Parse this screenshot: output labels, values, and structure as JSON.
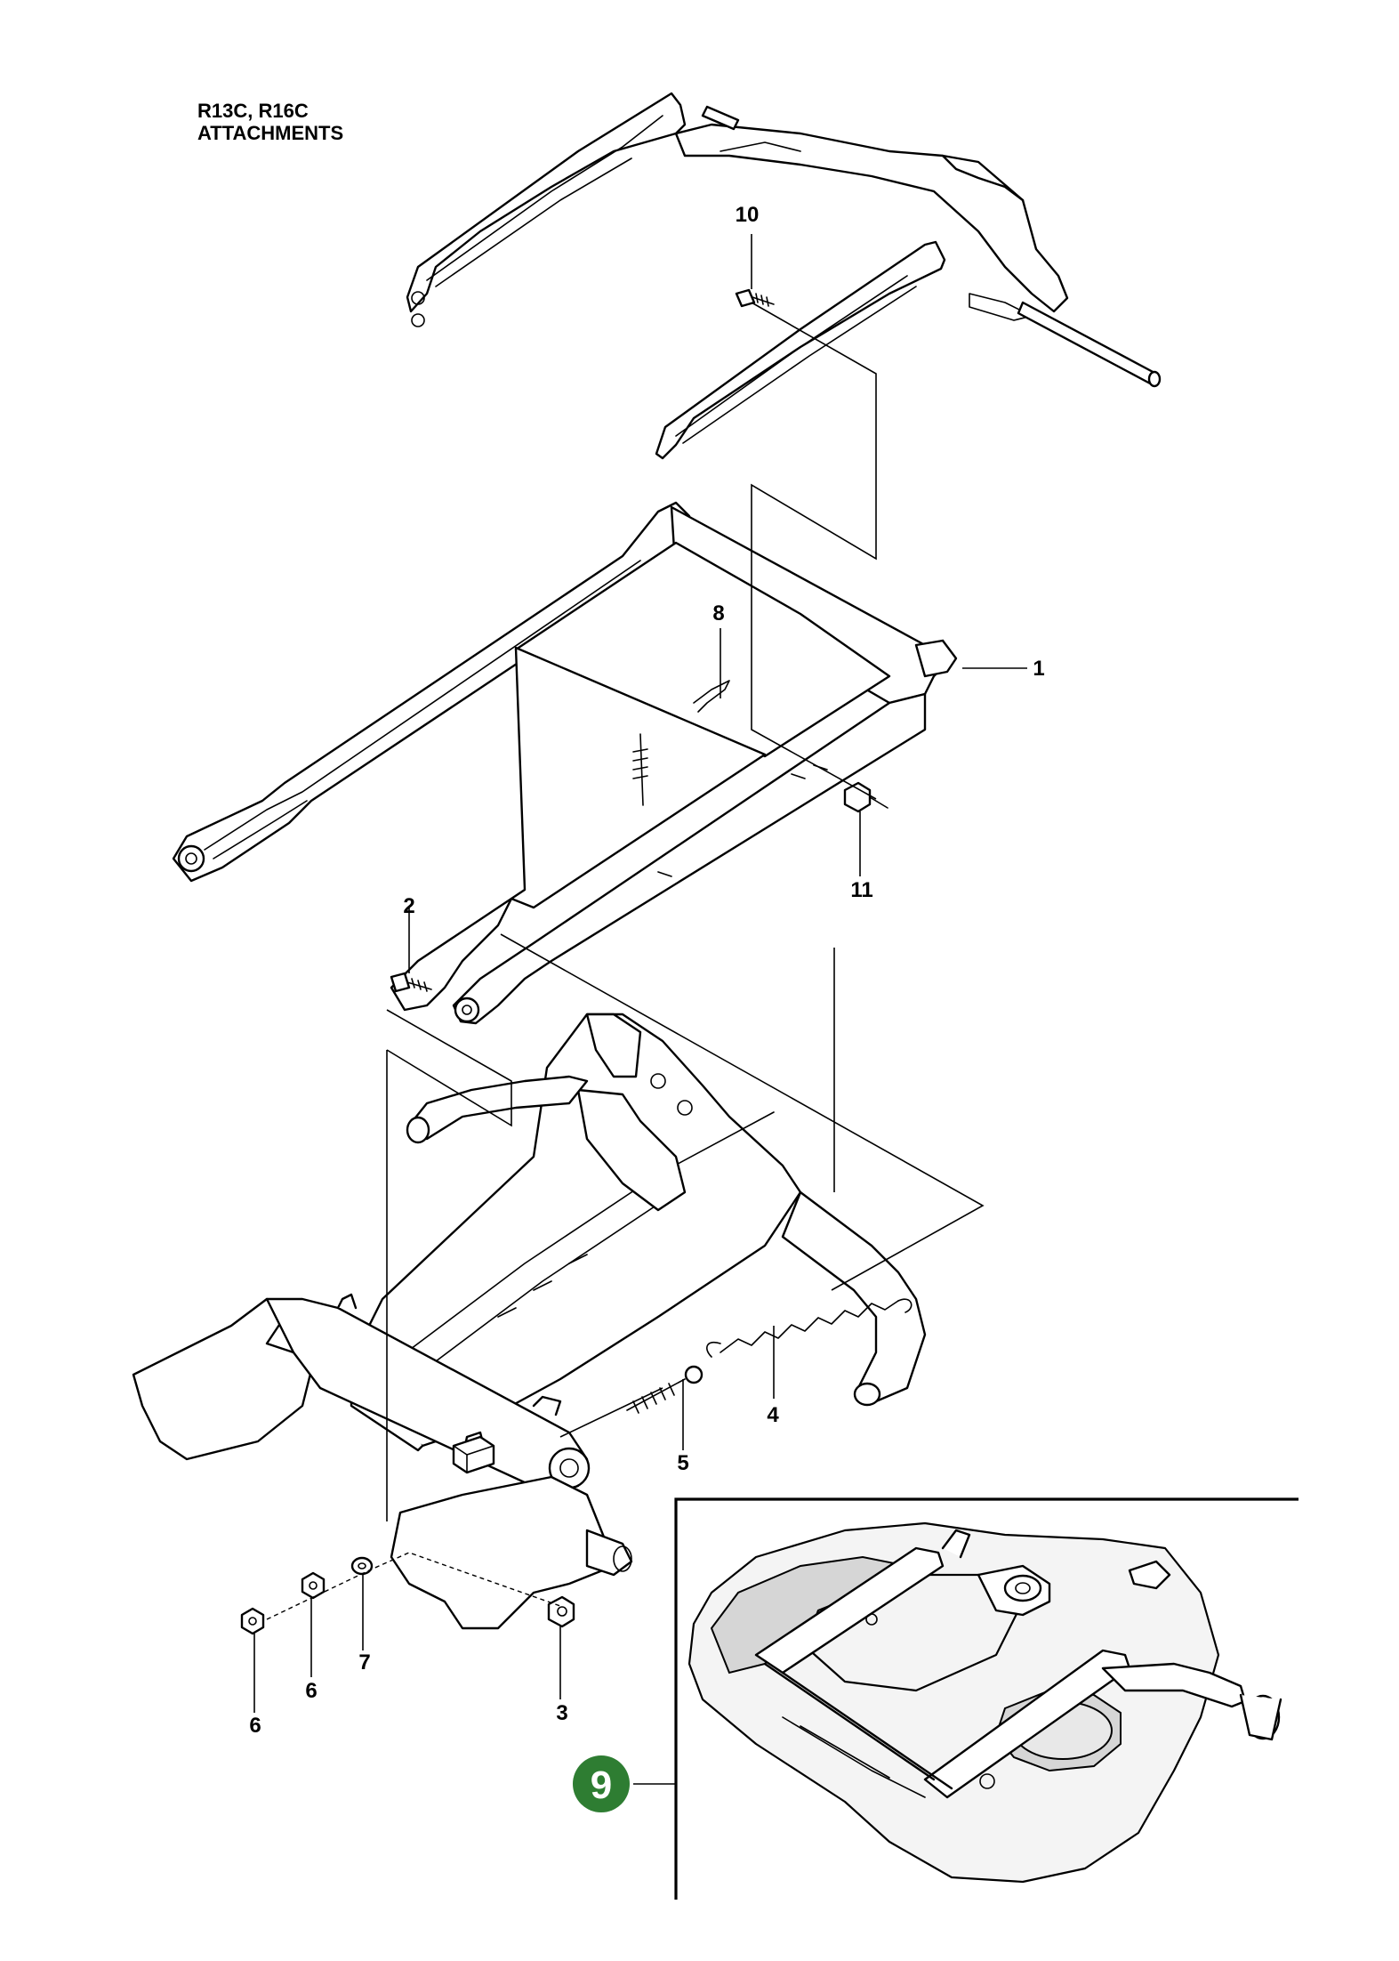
{
  "header": {
    "model_line": "R13C, R16C",
    "section_line": "ATTACHMENTS"
  },
  "callouts": [
    {
      "id": "10",
      "label": "10"
    },
    {
      "id": "8",
      "label": "8"
    },
    {
      "id": "1",
      "label": "1"
    },
    {
      "id": "11",
      "label": "11"
    },
    {
      "id": "2",
      "label": "2"
    },
    {
      "id": "4",
      "label": "4"
    },
    {
      "id": "5",
      "label": "5"
    },
    {
      "id": "7",
      "label": "7"
    },
    {
      "id": "6a",
      "label": "6"
    },
    {
      "id": "6b",
      "label": "6"
    },
    {
      "id": "3",
      "label": "3"
    }
  ],
  "badge": {
    "label": "9",
    "color": "#2e7d32"
  }
}
